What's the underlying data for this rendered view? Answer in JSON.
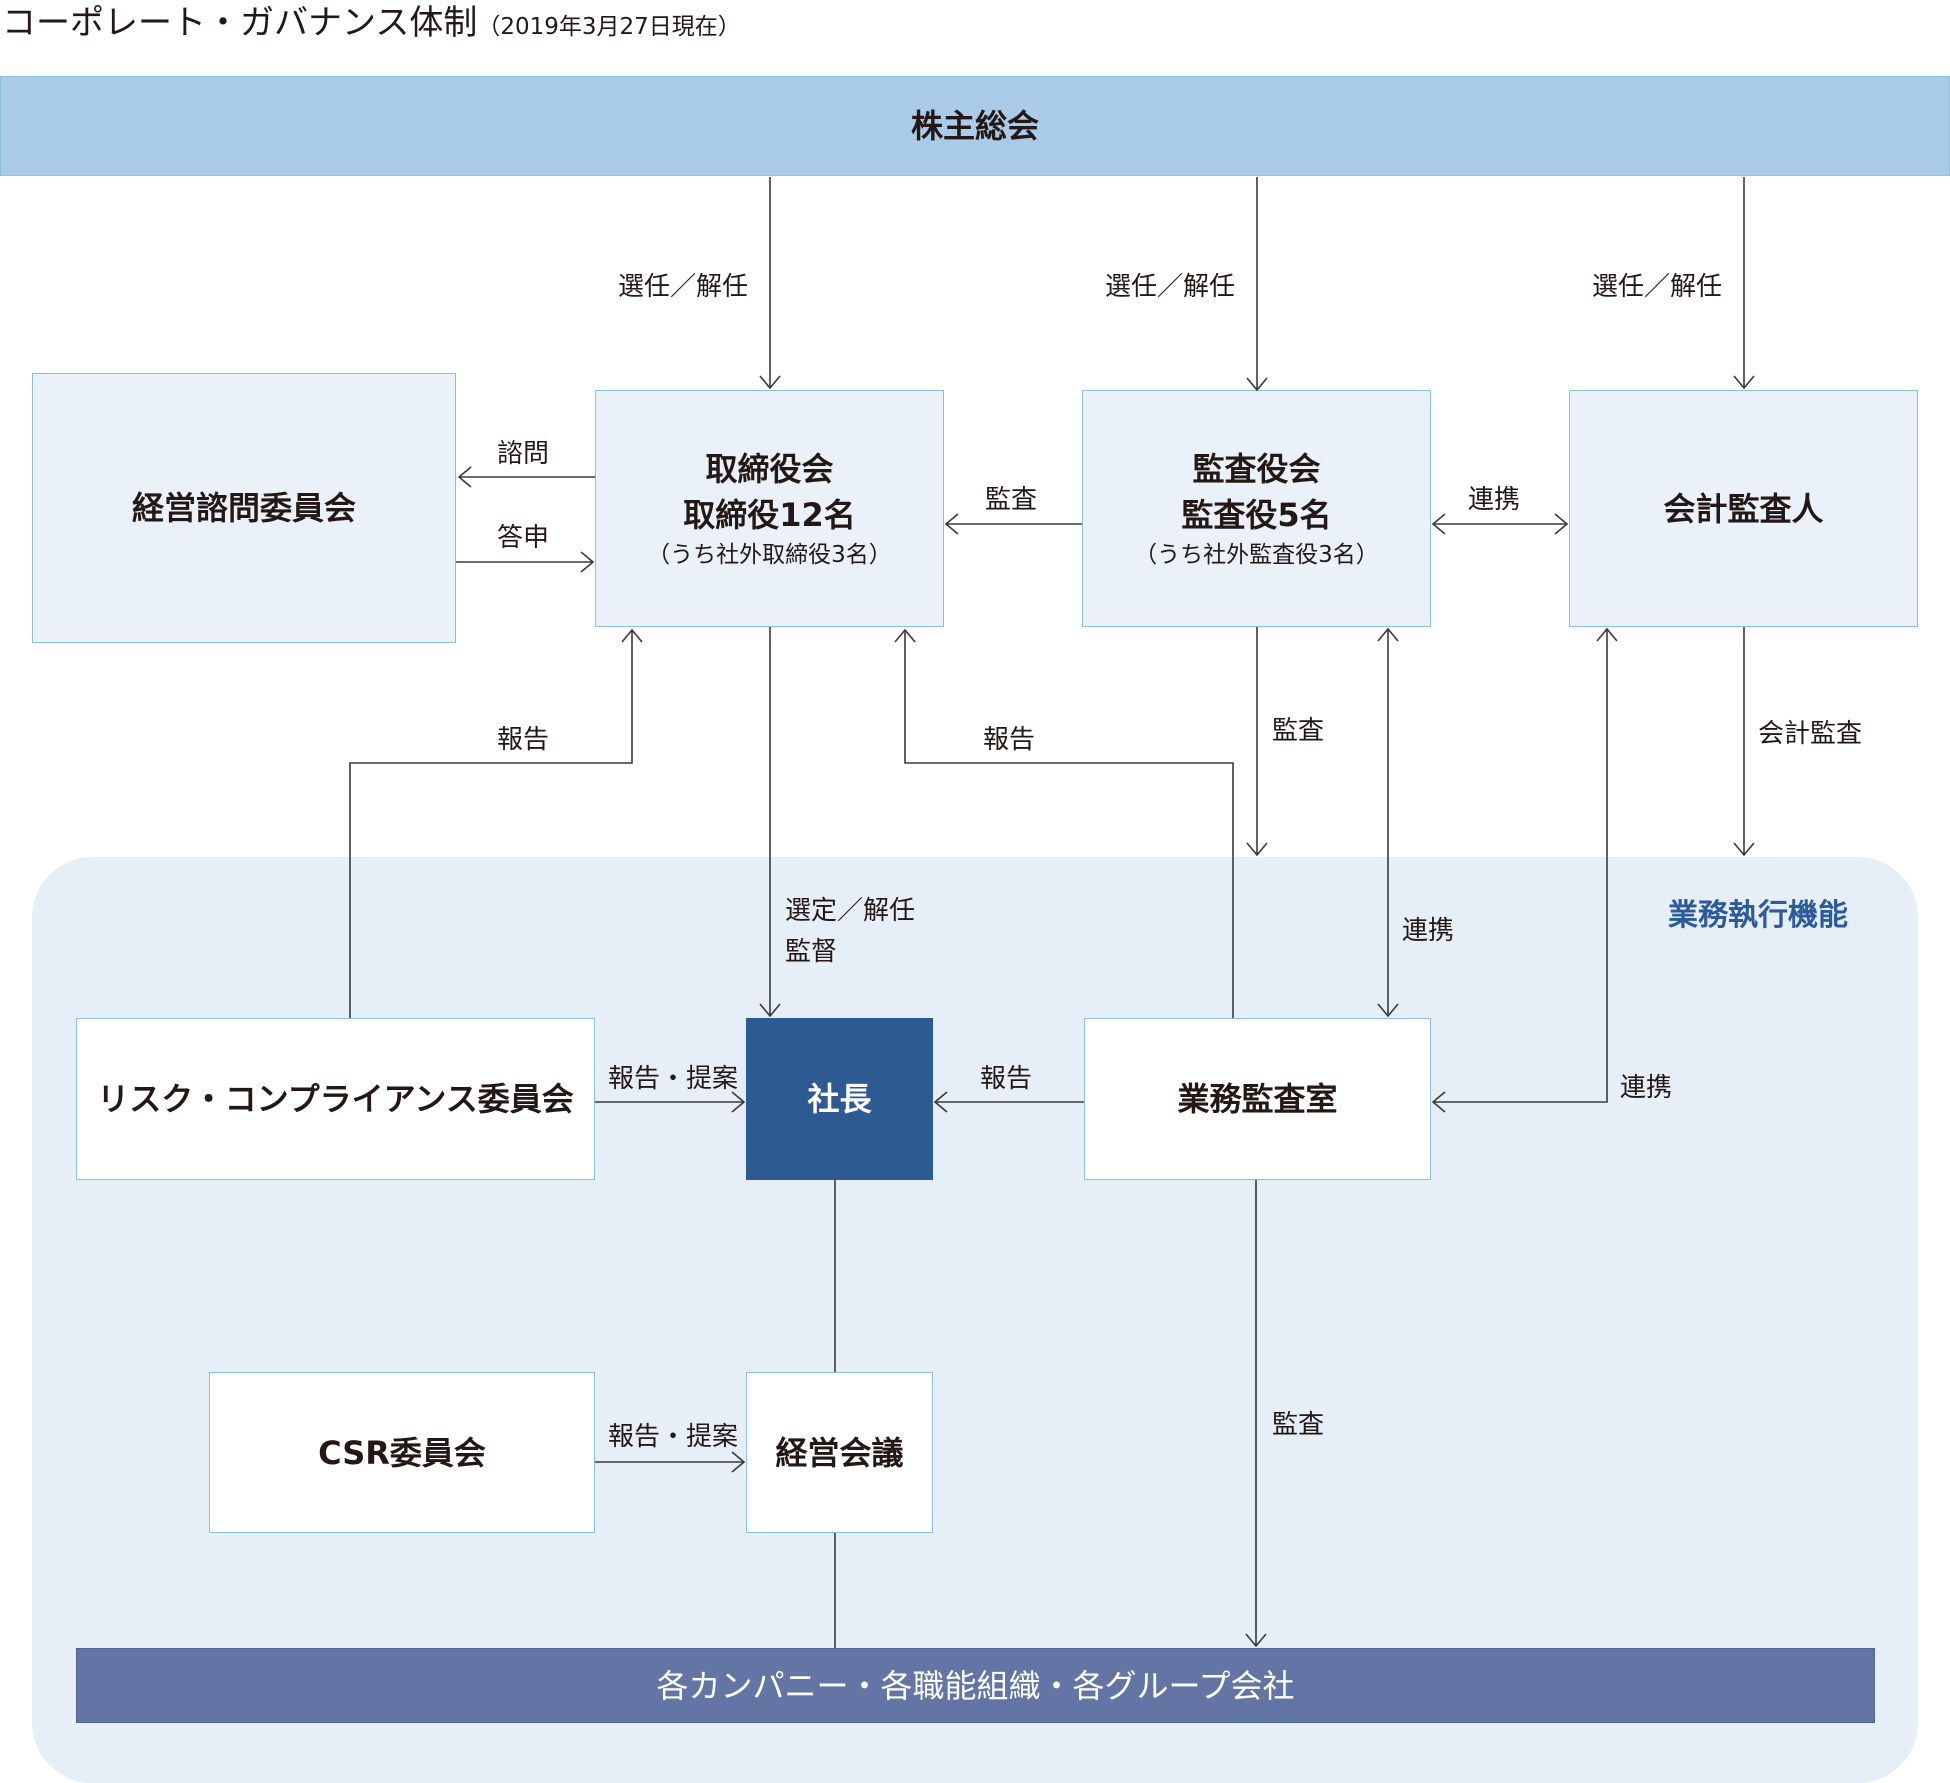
{
  "title": {
    "main": "コーポレート・ガバナンス体制",
    "date": "（2019年3月27日現在）"
  },
  "colors": {
    "shareholders_fill": "#aacbe8",
    "president_fill": "#2e5a94",
    "subsidiaries_fill": "#6275a4",
    "execution_area_fill": "#e6eef7",
    "box_border": "#8cc0dd",
    "execution_label": "#2b5b9b"
  },
  "nodes": {
    "shareholders": "株主総会",
    "advisory_committee": "経営諮問委員会",
    "board": {
      "line1": "取締役会",
      "line2": "取締役12名",
      "note": "（うち社外取締役3名）"
    },
    "audit_board": {
      "line1": "監査役会",
      "line2": "監査役5名",
      "note": "（うち社外監査役3名）"
    },
    "accounting_auditor": "会計監査人",
    "execution_area_label": "業務執行機能",
    "risk_committee": "リスク・コンプライアンス委員会",
    "president": "社長",
    "internal_audit": "業務監査室",
    "csr_committee": "CSR委員会",
    "management_meeting": "経営会議",
    "subsidiaries": "各カンパニー・各職能組織・各グループ会社"
  },
  "edge_labels": {
    "elect_board": "選任／解任",
    "elect_audit": "選任／解任",
    "elect_accounting": "選任／解任",
    "consult": "諮問",
    "answer": "答申",
    "audit_board_to_board": "監査",
    "audit_accounting_link": "連携",
    "risk_report_board": "報告",
    "internal_report_board": "報告",
    "audit_exec": "監査",
    "accounting_audit": "会計監査",
    "board_select_line1": "選定／解任",
    "board_select_line2": "監督",
    "audit_internal_link": "連携",
    "risk_to_president": "報告・提案",
    "internal_to_president": "報告",
    "accounting_internal_link": "連携",
    "csr_to_meeting": "報告・提案",
    "internal_audit_subsidiaries": "監査"
  }
}
